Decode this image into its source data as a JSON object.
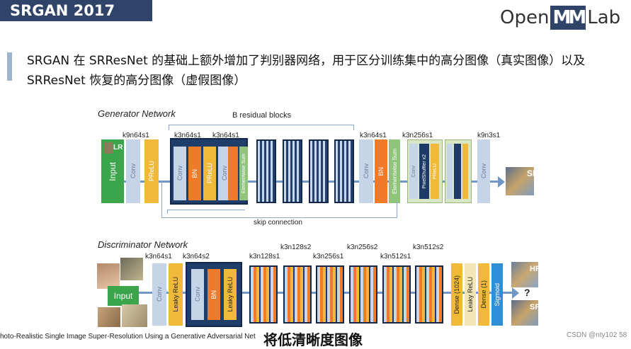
{
  "header": {
    "title": "SRGAN 2017",
    "logo_left": "Open",
    "logo_mm": "MM",
    "logo_right": "Lab"
  },
  "slide": {
    "headline": "SRGAN 在 SRResNet 的基础上额外增加了判别器网络，用于区分训练集中的高分图像（真实图像）以及 SRResNet 恢复的高分图像（虚假图像）"
  },
  "generator": {
    "section_title": "Generator Network",
    "residual_caption": "B residual blocks",
    "skip_caption": "skip connection",
    "kernel_labels": [
      "k9n64s1",
      "k3n64s1",
      "k3n64s1",
      "k3n64s1",
      "k3n256s1",
      "k9n3s1"
    ],
    "input_label": "Input",
    "input_tag": "LR",
    "output_tag": "SR",
    "layers": {
      "conv": "Conv",
      "prelu": "PReLU",
      "bn": "BN",
      "elementwise_sum": "Elementwise Sum",
      "pixel_shuffler": "PixelShuffler x2"
    }
  },
  "discriminator": {
    "section_title": "Discriminator Network",
    "kernel_labels": [
      "k3n64s1",
      "k3n64s2",
      "k3n128s1",
      "k3n128s2",
      "k3n256s1",
      "k3n256s2",
      "k3n512s1",
      "k3n512s2"
    ],
    "input_label": "Input",
    "output_tag_hr": "HR",
    "output_tag_sr": "SR",
    "question": "?",
    "layers": {
      "conv": "Conv",
      "leaky_relu": "Leaky ReLU",
      "bn": "BN",
      "dense_1024": "Dense (1024)",
      "dense_1": "Dense (1)",
      "sigmoid": "Sigmoid"
    }
  },
  "footer": {
    "citation": "hoto-Realistic Single Image Super-Resolution Using a Generative Adversarial Net",
    "subtitle": "将低清晰度图像",
    "watermark": "CSDN @nty102 58"
  },
  "colors": {
    "title_bg": "#2f4468",
    "conv": "#c6d4e8",
    "prelu": "#f0b93a",
    "bn": "#ef7a2a",
    "elementwise": "#8fc57a",
    "input": "#3aa54a",
    "block": "#1f3d6b"
  }
}
